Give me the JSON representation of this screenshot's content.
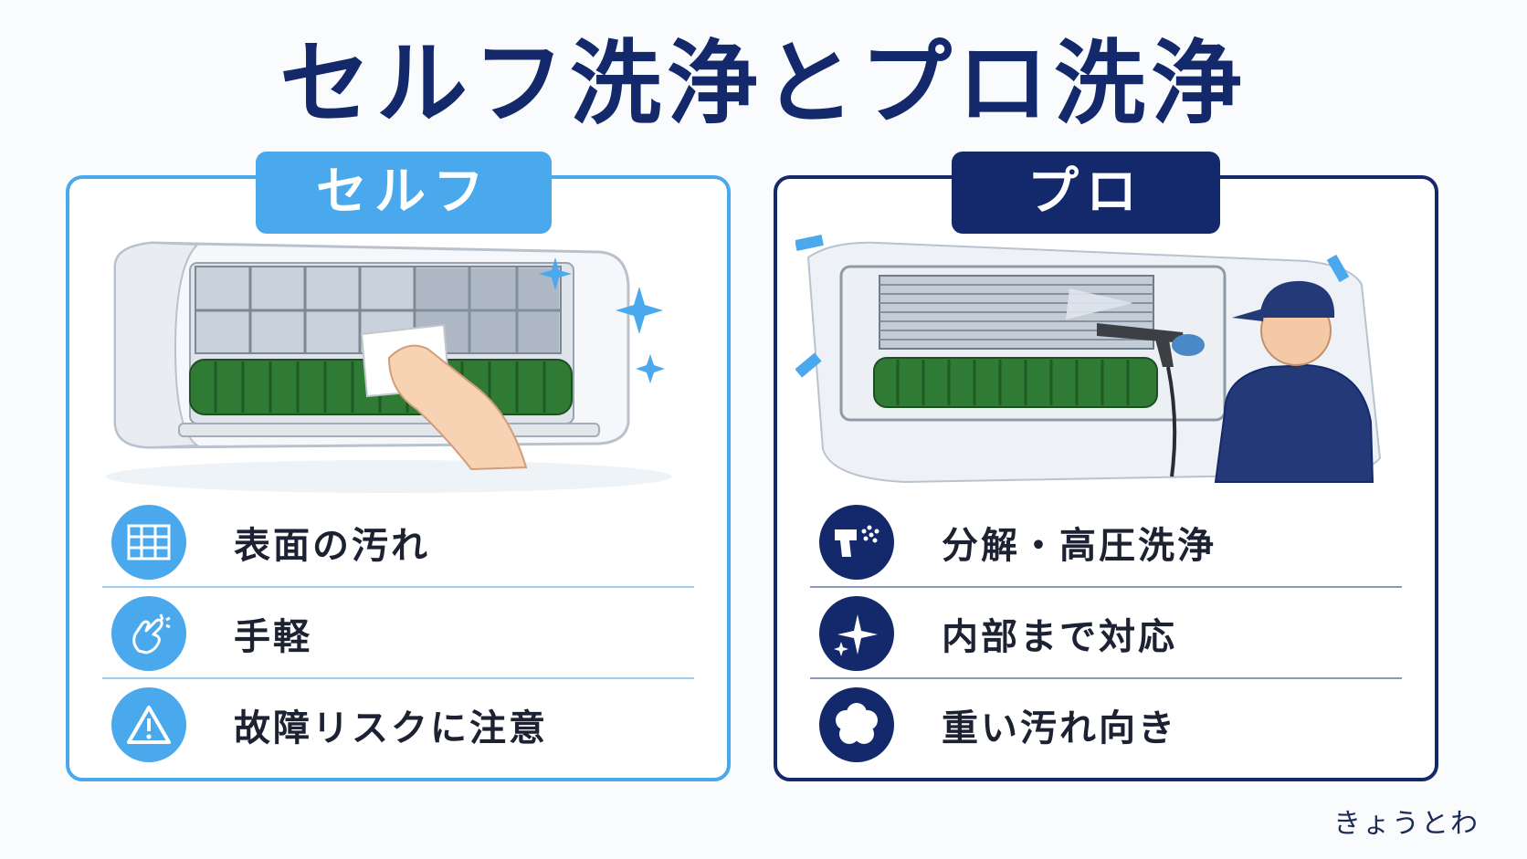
{
  "title": "セルフ洗浄とプロ洗浄",
  "self_panel": {
    "tag": "セルフ",
    "items": [
      {
        "label": "表面の汚れ",
        "icon": "filter-grid-icon"
      },
      {
        "label": "手軽",
        "icon": "snap-fingers-icon"
      },
      {
        "label": "故障リスクに注意",
        "icon": "warning-icon"
      }
    ]
  },
  "pro_panel": {
    "tag": "プロ",
    "items": [
      {
        "label": "分解・高圧洗浄",
        "icon": "spray-gun-icon"
      },
      {
        "label": "内部まで対応",
        "icon": "sparkle-icon"
      },
      {
        "label": "重い汚れ向き",
        "icon": "flower-icon"
      }
    ]
  },
  "brand": "きょうとわ",
  "colors": {
    "navy": "#13296b",
    "sky": "#4aa8ec",
    "fan_green": "#2f7a34"
  }
}
